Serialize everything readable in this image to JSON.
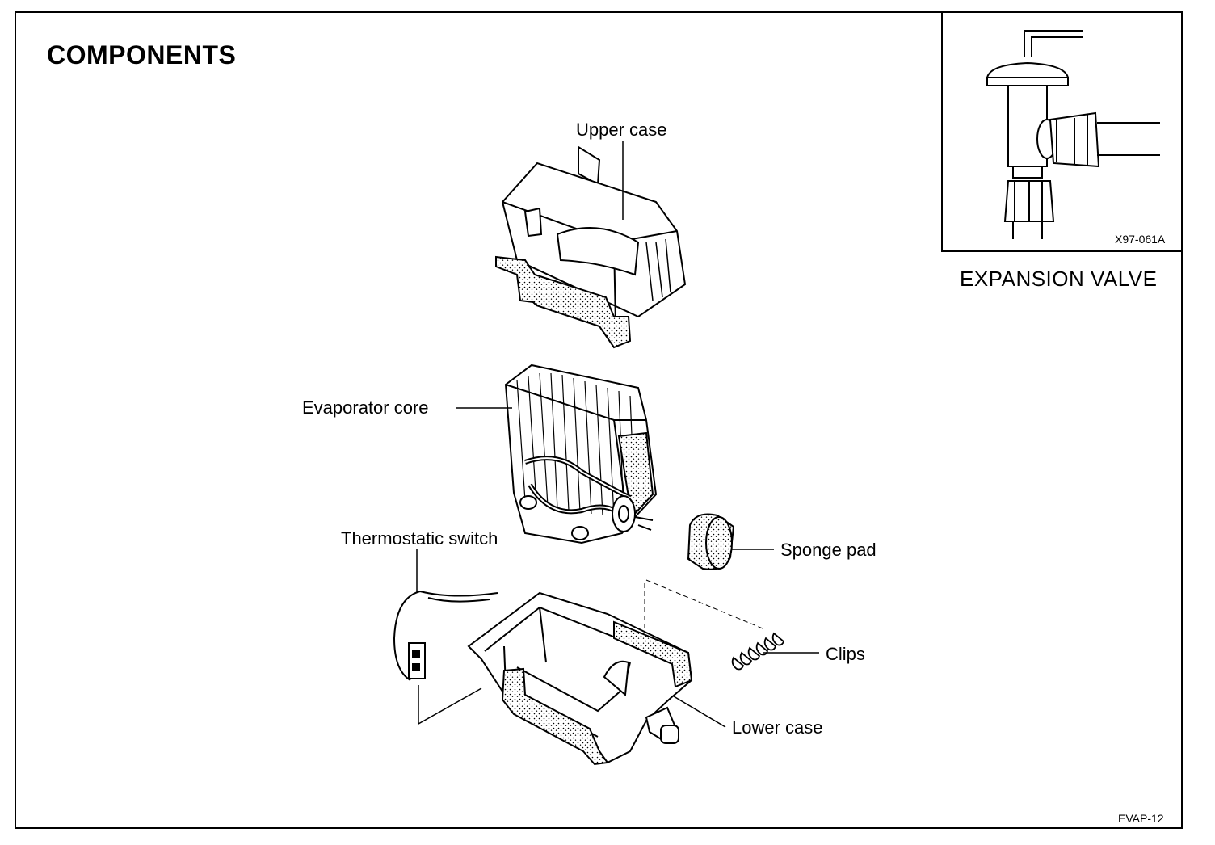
{
  "title": "COMPONENTS",
  "labels": {
    "upper_case": "Upper case",
    "evaporator_core": "Evaporator core",
    "thermostatic_switch": "Thermostatic switch",
    "sponge_pad": "Sponge pad",
    "clips": "Clips",
    "lower_case": "Lower case"
  },
  "inset": {
    "title": "EXPANSION VALVE",
    "figure_code": "X97-061A"
  },
  "page_code": "EVAP-12"
}
